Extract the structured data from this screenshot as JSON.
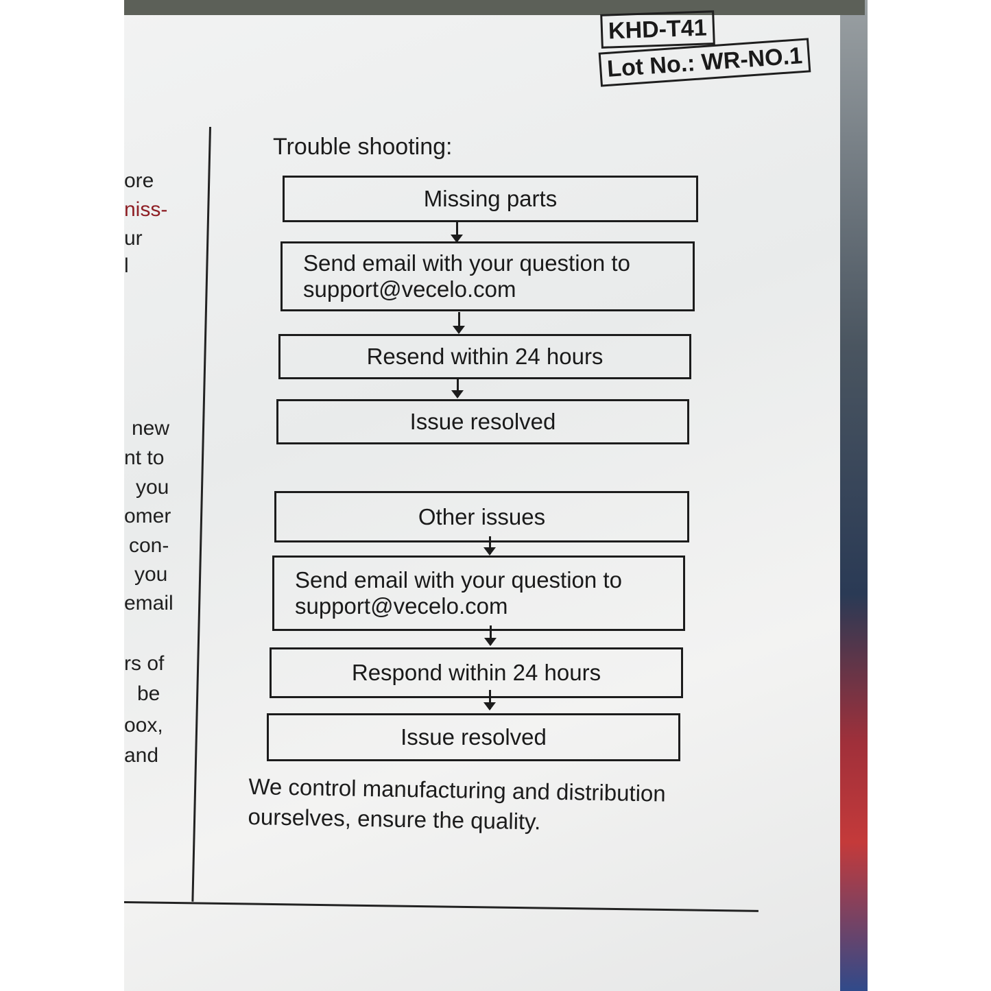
{
  "labels": {
    "model": "KHD-T41",
    "lot": "Lot No.: WR-NO.1"
  },
  "left_column_fragments": [
    "ore",
    "niss-",
    "ur",
    "l",
    "new",
    "nt  to",
    "you",
    "omer",
    "con-",
    "you",
    "email",
    "rs of",
    "be",
    "oox,",
    "and"
  ],
  "troubleshooting": {
    "title": "Trouble shooting:",
    "flow_missing": [
      "Missing parts",
      "Send email with your question to support@vecelo.com",
      "Resend within 24 hours",
      "Issue resolved"
    ],
    "flow_other": [
      "Other issues",
      "Send email with your question to support@vecelo.com",
      "Respond within 24 hours",
      "Issue resolved"
    ]
  },
  "email_line1": "Send email with your question to",
  "email_line2": "support@vecelo.com",
  "footer": "We control manufacturing and distribution ourselves, ensure the quality."
}
